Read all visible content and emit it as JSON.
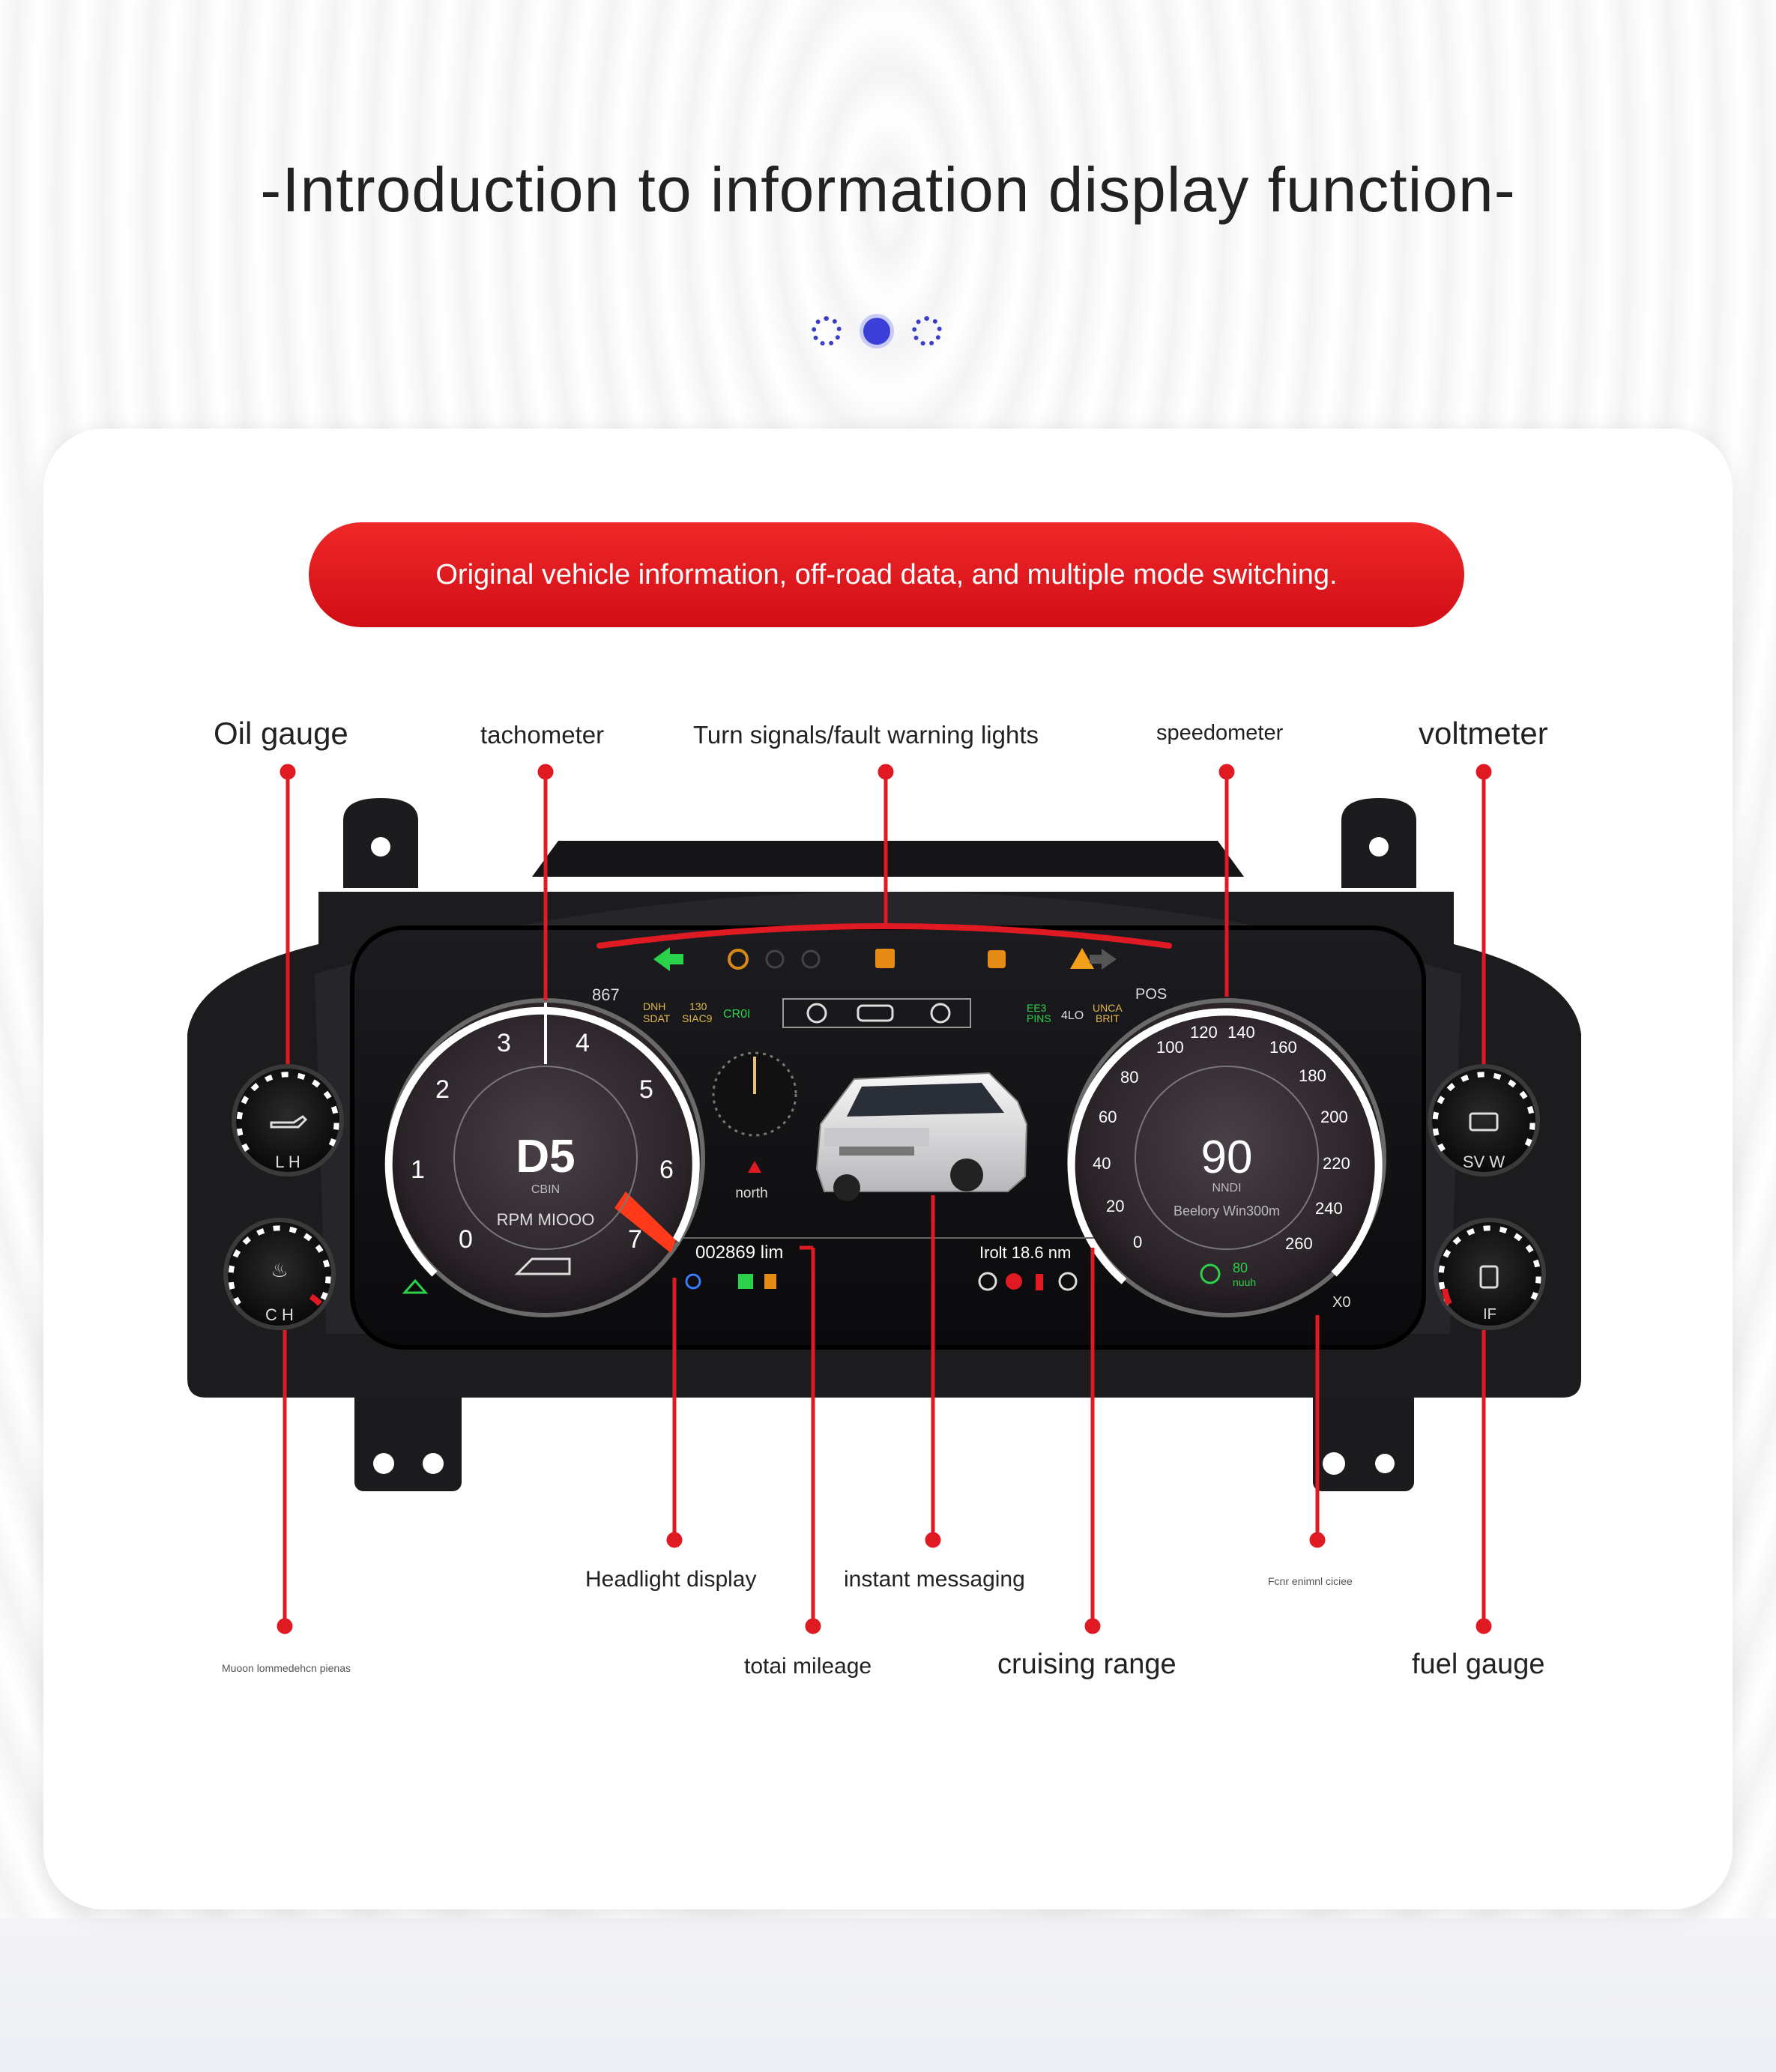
{
  "title": "-Introduction to information display function-",
  "carousel": {
    "pages": 3,
    "active": 2
  },
  "banner": "Original vehicle information, off-road data, and multiple mode switching.",
  "labels": {
    "oil_gauge": "Oil gauge",
    "tachometer": "tachometer",
    "turn_signals": "Turn signals/fault warning lights",
    "speedometer": "speedometer",
    "voltmeter": "voltmeter",
    "headlight_display": "Headlight display",
    "instant_messaging": "instant messaging",
    "small_right": "Fcnr enimnl ciciee",
    "small_left": "Muoon lommedehcn pienas",
    "total_mileage": "totai mileage",
    "cruising_range": "cruising range",
    "fuel_gauge": "fuel gauge"
  },
  "cluster": {
    "tach": {
      "gear": "D5",
      "sub": "CBIN",
      "rpm": "RPM MIOOO",
      "top": "867",
      "ticks": [
        "0",
        "1",
        "2",
        "3",
        "4",
        "5",
        "6",
        "7"
      ]
    },
    "speed": {
      "value": "90",
      "unit": "NNDI",
      "sub": "Beelory Win300m",
      "top": "POS",
      "ticks": [
        "0",
        "20",
        "40",
        "60",
        "80",
        "100",
        "120",
        "140",
        "160",
        "180",
        "200",
        "220",
        "240",
        "260"
      ]
    },
    "odometer": "002869 lim",
    "range": "Irolt 18.6 nm",
    "compass": "north",
    "oil": "L  H",
    "coolant": "C  H",
    "volt": "SV  W",
    "fuel": "IF",
    "info_left": [
      "DNH",
      "SDAT",
      "130",
      "SIAC9",
      "CR0I"
    ],
    "info_right": [
      "EE3",
      "PINS",
      "4LO",
      "UNCA",
      "BRIT"
    ],
    "speed_badge": "80",
    "speed_badge_unit": "nuuh",
    "right_icons": "X0"
  },
  "colors": {
    "accent_red": "#e01a22",
    "dot_blue": "#3b3fd8"
  }
}
